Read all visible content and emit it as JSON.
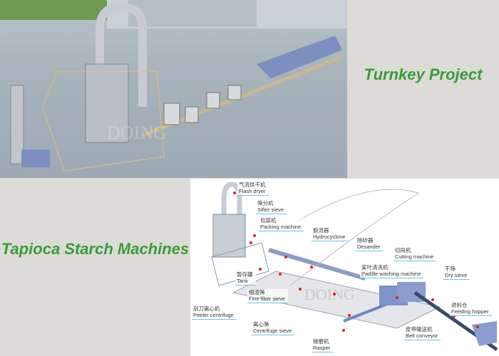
{
  "headlines": {
    "top": "Turnkey Project",
    "bottom": "Tapioca Starch Machines"
  },
  "watermark": "DOING",
  "colors": {
    "headline": "#3a9c3a",
    "background": "#dcdbd8",
    "label_line": "#6cc3e6",
    "marker": "#e0201c",
    "machine": "#8a9cc8"
  },
  "labels": [
    {
      "zh": "气流烘干机",
      "en": "Flash dryer"
    },
    {
      "zh": "筛分机",
      "en": "Sifter sieve"
    },
    {
      "zh": "包装机",
      "en": "Packing machine"
    },
    {
      "zh": "旋流器",
      "en": "Hydrocyclone"
    },
    {
      "zh": "除砂器",
      "en": "Desander"
    },
    {
      "zh": "切段机",
      "en": "Cutting machine"
    },
    {
      "zh": "桨叶清洗机",
      "en": "Paddle washing machine"
    },
    {
      "zh": "干筛",
      "en": "Dry sieve"
    },
    {
      "zh": "进料仓",
      "en": "Feeding hopper"
    },
    {
      "zh": "皮带输送机",
      "en": "Belt conveyor"
    },
    {
      "zh": "锉磨机",
      "en": "Rasper"
    },
    {
      "zh": "离心筛",
      "en": "Centrifuge sieve"
    },
    {
      "zh": "细渣筛",
      "en": "Fine fiber sieve"
    },
    {
      "zh": "暂存罐",
      "en": "Tank"
    },
    {
      "zh": "刮刀离心机",
      "en": "Peeler centrifuge"
    }
  ]
}
